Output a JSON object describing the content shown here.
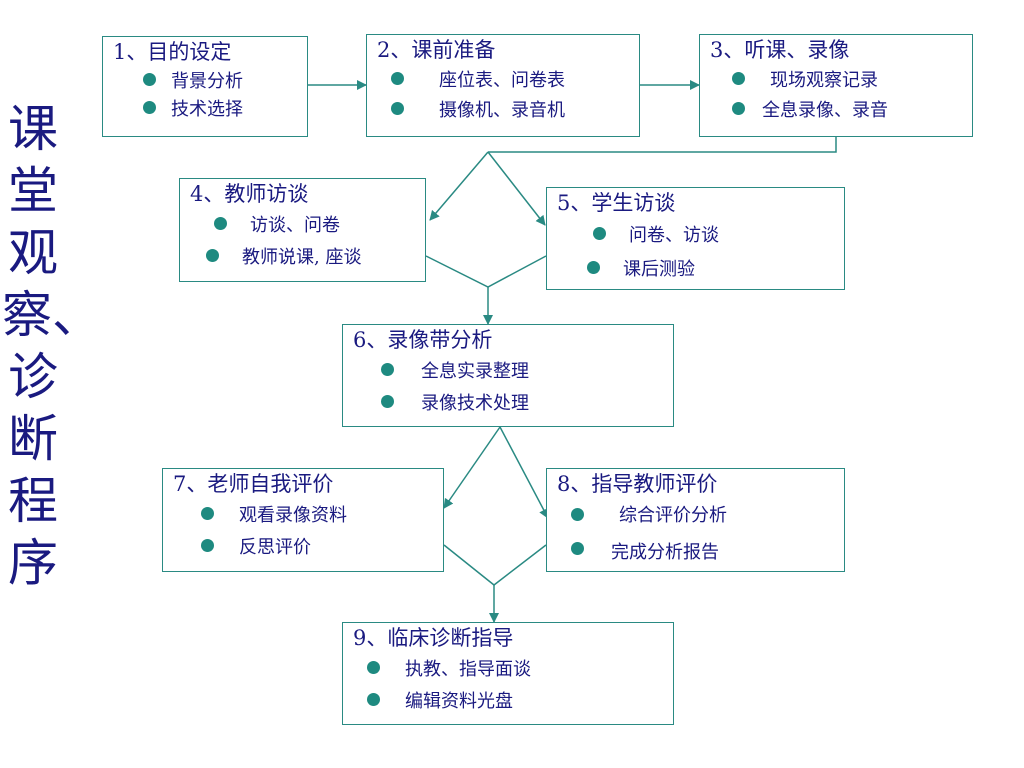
{
  "side_title": "课堂观察、诊断程序",
  "steps": [
    {
      "title": "1、目的设定",
      "items": [
        "背景分析",
        "技术选择"
      ]
    },
    {
      "title": "2、课前准备",
      "items": [
        "座位表、问卷表",
        "摄像机、录音机"
      ]
    },
    {
      "title": "3、听课、录像",
      "items": [
        "现场观察记录",
        "全息录像、录音"
      ]
    },
    {
      "title": "4、教师访谈",
      "items": [
        "访谈、问卷",
        "教师说课, 座谈"
      ]
    },
    {
      "title": "5、学生访谈",
      "items": [
        "问卷、访谈",
        "课后测验"
      ]
    },
    {
      "title": "6、录像带分析",
      "items": [
        "全息实录整理",
        "录像技术处理"
      ]
    },
    {
      "title": "7、老师自我评价",
      "items": [
        "观看录像资料",
        "反思评价"
      ]
    },
    {
      "title": "8、指导教师评价",
      "items": [
        "综合评价分析",
        "完成分析报告"
      ]
    },
    {
      "title": "9、临床诊断指导",
      "items": [
        "执教、指导面谈",
        "编辑资料光盘"
      ]
    }
  ],
  "colors": {
    "border": "#2a8a83",
    "text": "#1a1a80",
    "bullet": "#1e8a80",
    "arrow": "#2a8a83"
  }
}
